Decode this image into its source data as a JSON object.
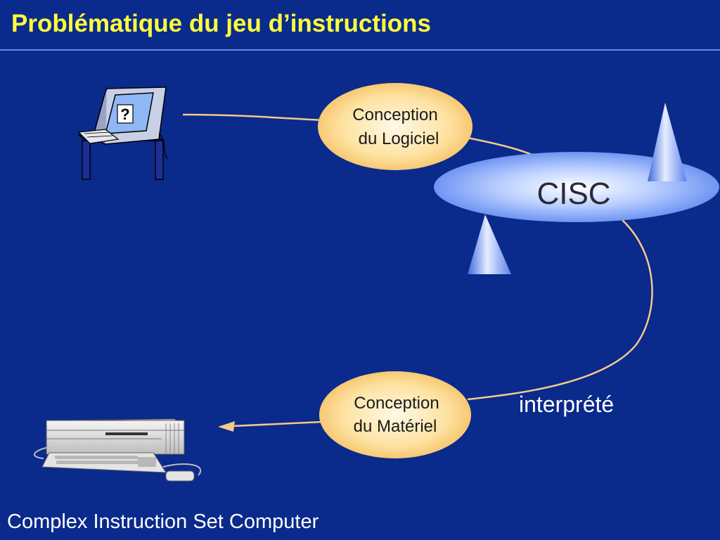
{
  "slide": {
    "title": "Problématique du jeu d’instructions",
    "footer": "Complex Instruction Set Computer"
  },
  "diagram": {
    "nodes": {
      "software": {
        "line1": "Conception",
        "line2": "du Logiciel"
      },
      "hardware": {
        "line1": "Conception",
        "line2": "du Matériel"
      },
      "cisc": {
        "label": "CISC"
      }
    },
    "annotation": "interprété",
    "monitor_glyph": "?"
  },
  "colors": {
    "background": "#0a2a8c",
    "title": "#ffff3c",
    "node_fill": "#fde4a2",
    "connector": "#f5c98a",
    "platform": "#8fb0ff"
  }
}
